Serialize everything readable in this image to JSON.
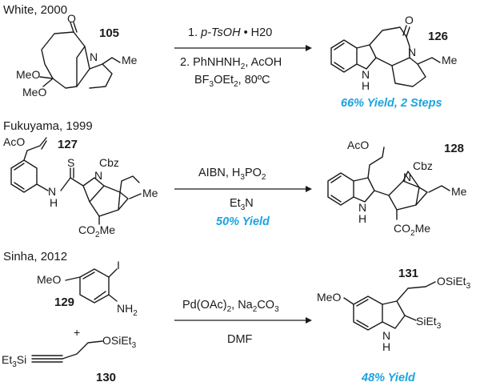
{
  "colors": {
    "yield": "#1aa3e0",
    "ink": "#1a1a1a"
  },
  "schemes": [
    {
      "citation": "White, 2000",
      "start_compound": "105",
      "start_labels": {
        "carbonyl": "O",
        "nitrogen": "N",
        "methyl": "Me",
        "methoxy_1": "MeO",
        "methoxy_2": "MeO"
      },
      "conditions": [
        "1.",
        "p-TsOH",
        "• H20",
        "2. PhNHNH",
        "2",
        ", AcOH",
        "BF",
        "3",
        "OEt",
        "2",
        ", 80ºC"
      ],
      "product_compound": "126",
      "product_labels": {
        "carbonyl": "O",
        "nitrogen": "N",
        "methyl": "Me",
        "indole_n": "N",
        "indole_h": "H"
      },
      "yield": "66% Yield, 2 Steps"
    },
    {
      "citation": "Fukuyama, 1999",
      "start_compound": "127",
      "start_labels": {
        "acetoxy": "AcO",
        "thio": "S",
        "cbz": "Cbz",
        "ring_n": "N",
        "amide_n": "N",
        "amide_h": "H",
        "ester": "CO",
        "ester_2": "2",
        "ester_me": "Me"
      },
      "conditions": [
        "AIBN, H",
        "3",
        "PO",
        "2",
        "Et",
        "3",
        "N"
      ],
      "yield": "50% Yield",
      "product_compound": "128",
      "product_labels": {
        "acetoxy": "AcO",
        "cbz": "Cbz",
        "ring_n": "N",
        "indole_n": "N",
        "indole_h": "H",
        "ester": "CO",
        "ester_2": "2",
        "ester_me": "Me"
      }
    },
    {
      "citation": "Sinha, 2012",
      "reagent_a": "129",
      "reagent_a_labels": {
        "methoxy": "MeO",
        "iodo": "I",
        "amine": "NH",
        "amine_2": "2"
      },
      "plus": "+",
      "reagent_b": "130",
      "reagent_b_labels": {
        "silyl_left": "Et",
        "silyl_left_3": "3",
        "silyl_left_si": "Si",
        "silyl_right": "OSiEt",
        "silyl_right_3": "3"
      },
      "conditions": [
        "Pd(OAc)",
        "2",
        ", Na",
        "2",
        "CO",
        "3",
        "DMF"
      ],
      "product_compound": "131",
      "product_labels": {
        "methoxy": "MeO",
        "silyl_ether": "OSiEt",
        "silyl_ether_3": "3",
        "silyl": "SiEt",
        "silyl_3": "3",
        "indole_n": "N",
        "indole_h": "H"
      },
      "yield": "48% Yield"
    }
  ]
}
